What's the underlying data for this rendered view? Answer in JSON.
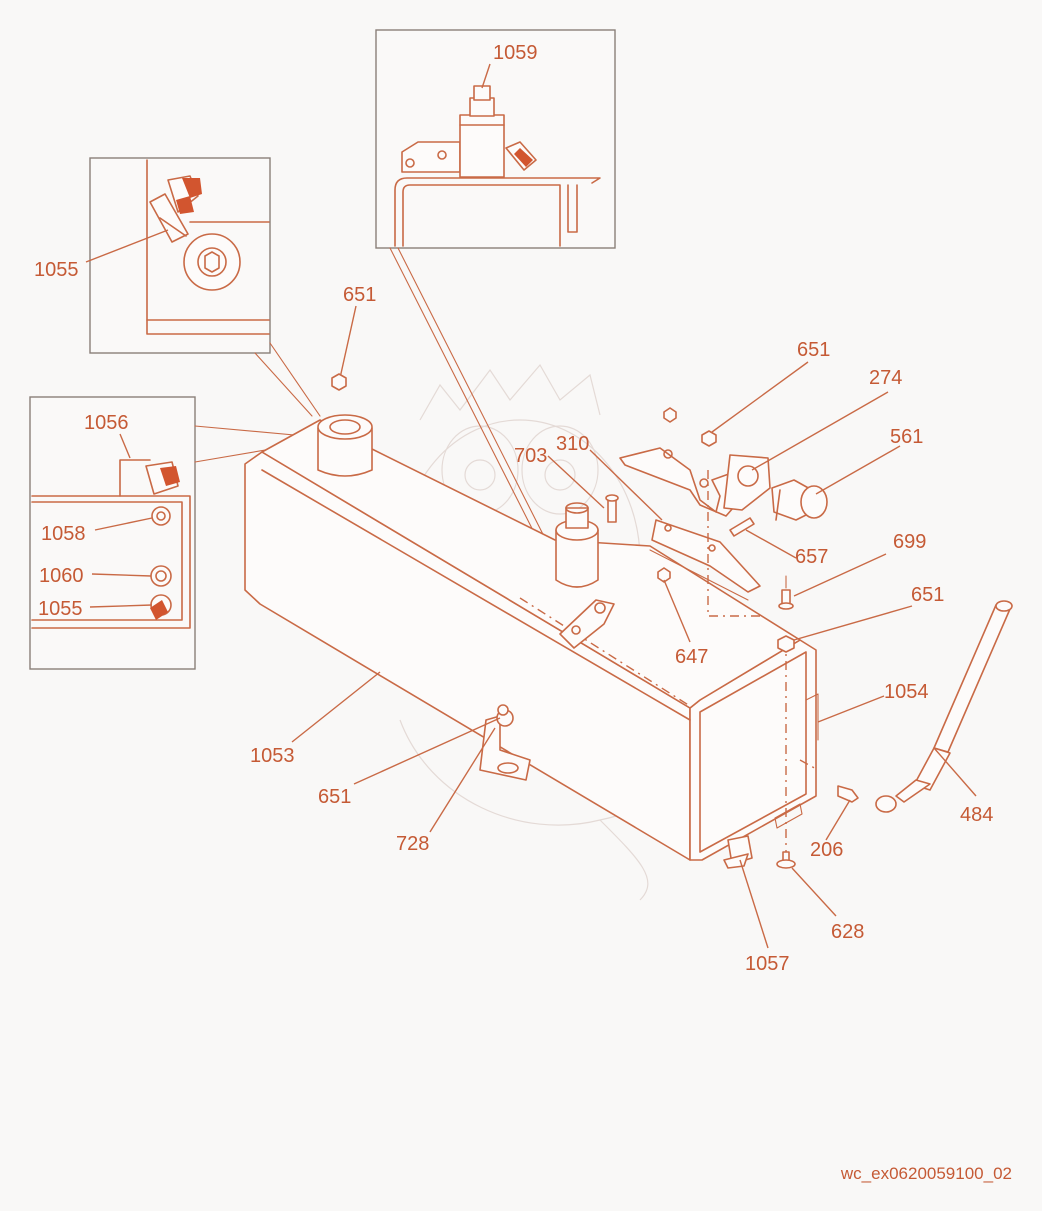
{
  "callouts": {
    "c1059": "1059",
    "c1055_top": "1055",
    "c651_tank_top": "651",
    "c1056": "1056",
    "c1058": "1058",
    "c1060": "1060",
    "c1055_side": "1055",
    "c703": "703",
    "c310": "310",
    "c651_bracket": "651",
    "c274": "274",
    "c561": "561",
    "c657": "657",
    "c699": "699",
    "c651_right": "651",
    "c647": "647",
    "c1054": "1054",
    "c484": "484",
    "c1053": "1053",
    "c651_bottom": "651",
    "c728": "728",
    "c206": "206",
    "c628": "628",
    "c1057": "1057"
  },
  "reference_code": "wc_ex0620059100_02",
  "colors": {
    "line": "#c96a46",
    "text": "#c55a35",
    "accent": "#d2552f",
    "frame": "#8a7f79",
    "background": "#f9f8f7"
  }
}
